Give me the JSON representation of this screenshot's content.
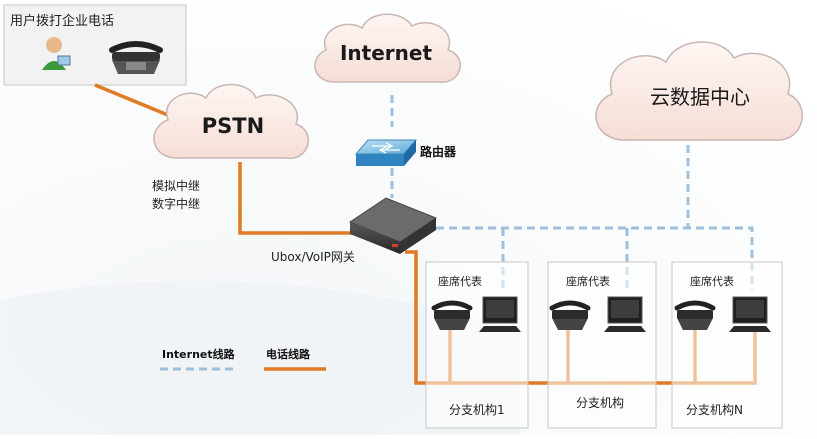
{
  "caller": {
    "label": "用户拨打企业电话"
  },
  "clouds": {
    "internet": "Internet",
    "pstn": "PSTN",
    "datacenter": "云数据中心"
  },
  "router": {
    "label": "路由器"
  },
  "trunk": {
    "line1": "模拟中继",
    "line2": "数字中继"
  },
  "gateway": {
    "label": "Ubox/VoIP网关"
  },
  "branches": [
    {
      "seat_label": "座席代表",
      "name": "分支机构1"
    },
    {
      "seat_label": "座席代表",
      "name": "分支机构"
    },
    {
      "seat_label": "座席代表",
      "name": "分支机构N"
    }
  ],
  "legend": {
    "internet_line": "Internet线路",
    "phone_line": "电话线路"
  },
  "colors": {
    "internet_line": "#9ec0dc",
    "phone_line": "#e07a24",
    "cloud_fill": "#fbe7e1",
    "cloud_stroke": "#c9b6b2"
  }
}
